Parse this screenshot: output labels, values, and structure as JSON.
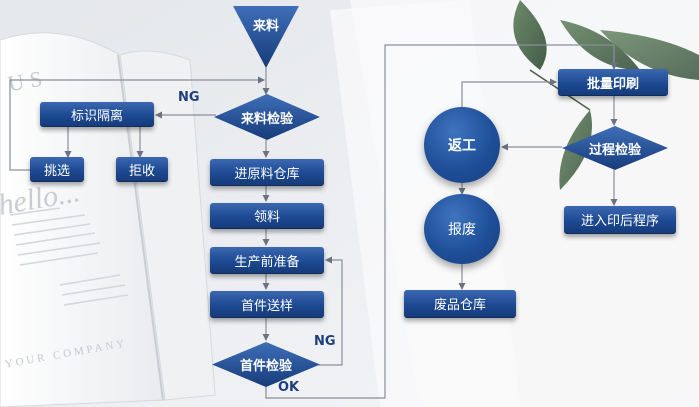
{
  "nodes": {
    "incoming": "来料",
    "incoming_inspection": "来料检验",
    "mark_isolate": "标识隔离",
    "pick": "挑选",
    "reject": "拒收",
    "raw_warehouse": "进原料仓库",
    "material_pick": "领料",
    "production_prep": "生产前准备",
    "first_sample": "首件送样",
    "first_inspection": "首件检验",
    "batch_print": "批量印刷",
    "rework": "返工",
    "process_inspection": "过程检验",
    "scrap": "报废",
    "post_print": "进入印后程序",
    "waste_warehouse": "废品仓库"
  },
  "labels": {
    "ng_top": "NG",
    "ng_bottom": "NG",
    "ok": "OK"
  },
  "colors": {
    "node_blue": "#1d4a92",
    "node_light": "#3b68b0",
    "arrow": "#6b7280",
    "label": "#1d3f7a"
  },
  "background": {
    "book_text_1": "US",
    "book_text_2": "hello...",
    "book_text_3": "YOUR COMPANY"
  }
}
